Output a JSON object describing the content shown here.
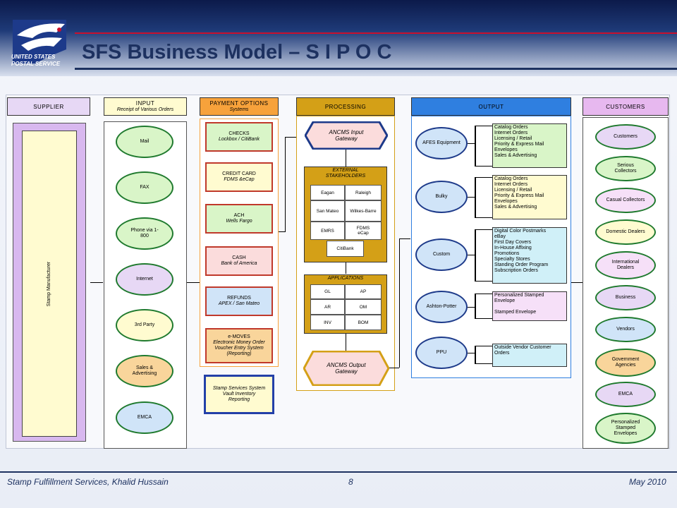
{
  "header": {
    "title": "SFS Business Model – S I P O C",
    "logo_line1": "UNITED STATES",
    "logo_line2": "POSTAL SERVICE"
  },
  "footer": {
    "left": "Stamp Fulfillment Services, Khalid Hussain",
    "page": "8",
    "date": "May 2010"
  },
  "supplier": {
    "header": "SUPPLIER",
    "inner": "Stamp Manufacturer"
  },
  "input": {
    "header": "INPUT",
    "sub": "Receipt of Various Orders",
    "items": [
      "Mail",
      "FAX",
      "Phone via 1-800",
      "Internet",
      "3rd Party",
      "Sales & Advertising",
      "EMCA"
    ]
  },
  "payment": {
    "header": "PAYMENT OPTIONS",
    "sub": "Systems",
    "items": [
      {
        "title": "CHECKS",
        "sub": "Lockbox / CitiBank"
      },
      {
        "title": "CREDIT CARD",
        "sub": "FDMS &eCap"
      },
      {
        "title": "ACH",
        "sub": "Wells Fargo"
      },
      {
        "title": "CASH",
        "sub": "Bank of America"
      },
      {
        "title": "REFUNDS",
        "sub": "APEX / San Mateo"
      },
      {
        "title": "e-MOVES",
        "sub": "Electronic Money Order Voucher Entry System (Reporting)"
      }
    ],
    "extra": "Stamp Services System Vault Inventory Reporting"
  },
  "processing": {
    "header": "PROCESSING",
    "input_gateway": "ANCMS Input Gateway",
    "output_gateway": "ANCMS Output Gateway",
    "ext_title": "EXTERNAL STAKEHOLDERS",
    "ext_cells": [
      "Eagan",
      "Raleigh",
      "San Mateo",
      "Wilkes-Barre",
      "EMRS",
      "FDMS eCap"
    ],
    "ext_bottom": "CitiBank",
    "app_title": "APPLICATIONS",
    "app_cells": [
      "GL",
      "AP",
      "AR",
      "OM",
      "INV",
      "BOM"
    ]
  },
  "output": {
    "header": "OUTPUT",
    "items": [
      {
        "oval": "AFES Equipment",
        "list": [
          "Catalog Orders",
          "Internet Orders",
          "Licensing / Retail",
          "Priority & Express Mail",
          "Envelopes",
          "Sales & Advertising"
        ]
      },
      {
        "oval": "Bulky",
        "list": [
          "Catalog Orders",
          "Internet Orders",
          "Licensing / Retail",
          "Priority & Express Mail",
          "Envelopes",
          "Sales & Advertising"
        ]
      },
      {
        "oval": "Custom",
        "list": [
          "Digital Color Postmarks",
          "eBay",
          "First Day Covers",
          "In-House Affixing",
          "Promotions",
          "Specialty Stores",
          "Standing Order Program",
          "Subscription Orders"
        ]
      },
      {
        "oval": "Ashton-Potter",
        "list": [
          "Personalized Stamped Envelope",
          "",
          "Stamped Envelope"
        ]
      },
      {
        "oval": "PPU",
        "list": [
          "Outside Vendor Customer Orders"
        ]
      }
    ]
  },
  "customers": {
    "header": "CUSTOMERS",
    "items": [
      "Customers",
      "Serious Collectors",
      "Casual Collectors",
      "Domestic Dealers",
      "International Dealers",
      "Business",
      "Vendors",
      "Government Agencies",
      "EMCA",
      "Personalized Stamped Envelopes"
    ]
  },
  "colors": {
    "yellow": "#fffbd0",
    "green": "#d9f5c8",
    "purple": "#e7d8f5",
    "orange": "#f9d59b",
    "blue": "#2f7fe0",
    "processing": "#d4a017",
    "pink": "#fbdcdc"
  }
}
